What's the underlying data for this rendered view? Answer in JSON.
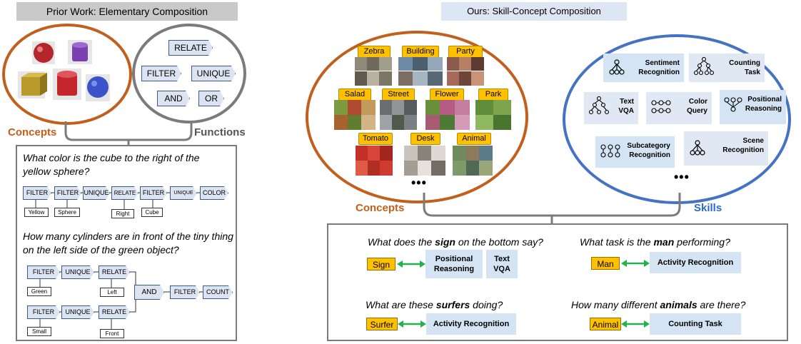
{
  "left": {
    "header": "Prior Work: Elementary Composition",
    "concepts_label": "Concepts",
    "functions_label": "Functions",
    "functions": [
      "RELATE",
      "FILTER",
      "UNIQUE",
      "AND",
      "OR"
    ],
    "question1": "What color is the cube to the right of the yellow sphere?",
    "program1": {
      "nodes": [
        "FILTER",
        "FILTER",
        "UNIQUE",
        "RELATE",
        "FILTER",
        "UNIQUE",
        "COLOR"
      ],
      "args": [
        "Yellow",
        "Sphere",
        "Right",
        "Cube"
      ]
    },
    "question2": "How many cylinders are in front of the tiny thing on the left side of the green object?",
    "program2": {
      "nodes": [
        "FILTER",
        "UNIQUE",
        "RELATE",
        "FILTER",
        "UNIQUE",
        "RELATE",
        "AND",
        "FILTER",
        "COUNT"
      ],
      "args": [
        "Green",
        "Left",
        "Small",
        "Front"
      ]
    }
  },
  "right": {
    "header": "Ours: Skill-Concept Composition",
    "concepts_label": "Concepts",
    "skills_label": "Skills",
    "concept_tags": [
      "Zebra",
      "Building",
      "Party",
      "Salad",
      "Street",
      "Flower",
      "Park",
      "Tomato",
      "Desk",
      "Animal"
    ],
    "ellipsis": "•••",
    "skills": [
      {
        "line1": "Sentiment",
        "line2": "Recognition"
      },
      {
        "line1": "Counting",
        "line2": "Task"
      },
      {
        "line1": "Text",
        "line2": "VQA"
      },
      {
        "line1": "Color",
        "line2": "Query"
      },
      {
        "line1": "Positional",
        "line2": "Reasoning"
      },
      {
        "line1": "Subcategory",
        "line2": "Recognition"
      },
      {
        "line1": "Scene",
        "line2": "Recognition"
      }
    ],
    "examples": [
      {
        "q_pre": "What does the ",
        "q_bold": "sign",
        "q_post": " on the bottom say?",
        "concept": "Sign",
        "skill1a": "Positional",
        "skill1b": "Reasoning",
        "skill2a": "Text",
        "skill2b": "VQA"
      },
      {
        "q_pre": "What task is the ",
        "q_bold": "man",
        "q_post": " performing?",
        "concept": "Man",
        "skill": "Activity Recognition"
      },
      {
        "q_pre": "What are these ",
        "q_bold": "surfers",
        "q_post": " doing?",
        "concept": "Surfer",
        "skill": "Activity Recognition"
      },
      {
        "q_pre": "How many different ",
        "q_bold": "animals",
        "q_post": " are there?",
        "concept": "Animal",
        "skill": "Counting Task"
      }
    ]
  },
  "colors": {
    "orange": "#c35f1c",
    "grey": "#7b7b7b",
    "blue": "#4472c4",
    "tag_yellow": "#ffc000",
    "skill_blue": "#d4e4f4",
    "arrow_green": "#22b14c"
  }
}
